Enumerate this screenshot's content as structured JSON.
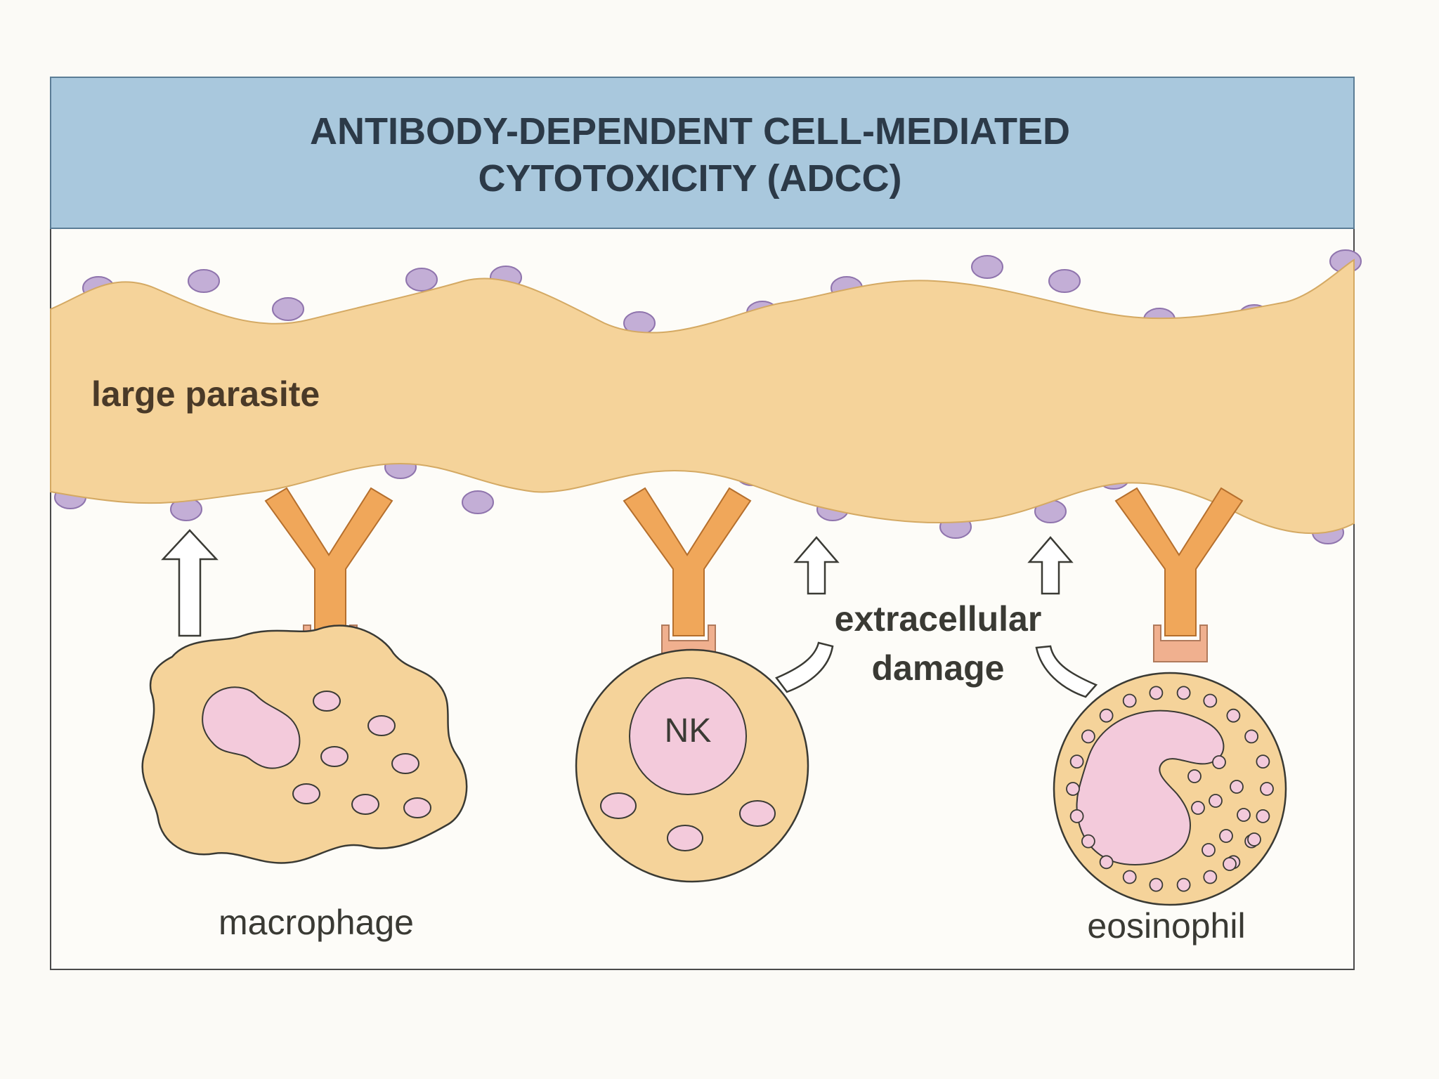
{
  "figure": {
    "title_lines": [
      "ANTIBODY-DEPENDENT CELL-MEDIATED",
      "CYTOTOXICITY (ADCC)"
    ],
    "labels": {
      "parasite": "large parasite",
      "damage_line1": "extracellular",
      "damage_line2": "damage",
      "nk": "NK",
      "macrophage": "macrophage",
      "eosinophil": "eosinophil"
    }
  },
  "colors": {
    "header_fill": "#a9c8dd",
    "header_border": "#5b7d96",
    "title_text": "#2c3a48",
    "parasite_fill": "#f5d39a",
    "parasite_edge": "#d4a963",
    "antigen_fill": "#c3aed6",
    "antigen_edge": "#8f74ad",
    "antibody_fill": "#f0a75a",
    "antibody_edge": "#b56f2d",
    "receptor_fill": "#f0b08f",
    "cell_fill": "#f5d39a",
    "nucleus_fill": "#f3cadb",
    "granule_fill": "#f3cadb",
    "label_text": "#4a3a28",
    "damage_text": "#3a3a34"
  }
}
